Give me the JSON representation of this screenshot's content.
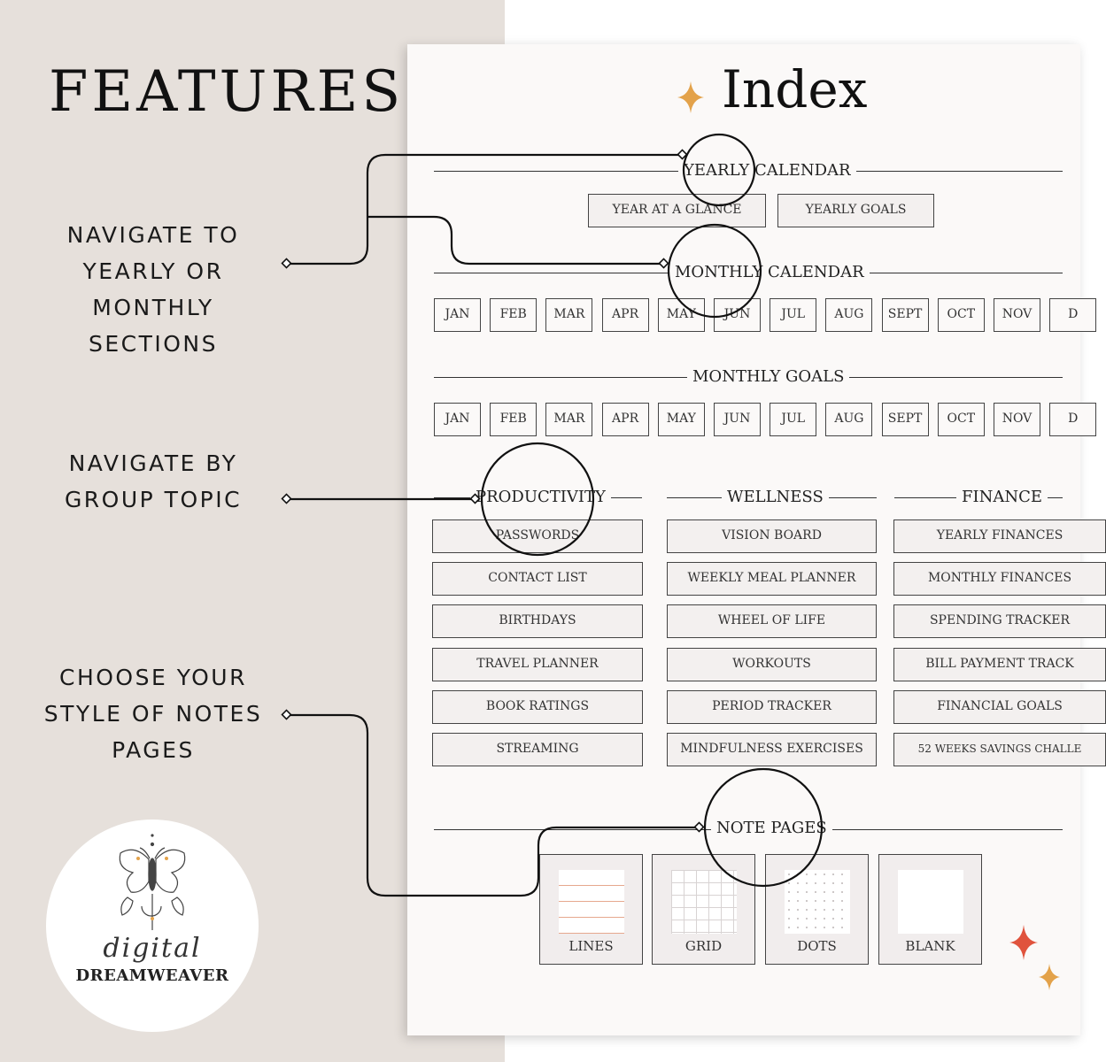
{
  "features_title": "FEATURES",
  "features": [
    {
      "lines": [
        "NAVIGATE TO",
        "YEARLY OR",
        "MONTHLY",
        "SECTIONS"
      ]
    },
    {
      "lines": [
        "NAVIGATE BY",
        "GROUP TOPIC"
      ]
    },
    {
      "lines": [
        "CHOOSE YOUR",
        "STYLE OF NOTES",
        "PAGES"
      ]
    }
  ],
  "logo": {
    "script": "digital",
    "brand": "DREAMWEAVER"
  },
  "index": {
    "title": "Index",
    "yearly": {
      "title": "YEARLY CALENDAR",
      "buttons": [
        "YEAR AT A GLANCE",
        "YEARLY GOALS"
      ]
    },
    "monthly": {
      "title": "MONTHLY CALENDAR"
    },
    "goals": {
      "title": "MONTHLY GOALS"
    },
    "months": [
      "JAN",
      "FEB",
      "MAR",
      "APR",
      "MAY",
      "JUN",
      "JUL",
      "AUG",
      "SEPT",
      "OCT",
      "NOV",
      "D"
    ],
    "groups": [
      {
        "title": "PRODUCTIVITY",
        "items": [
          "PASSWORDS",
          "CONTACT LIST",
          "BIRTHDAYS",
          "TRAVEL PLANNER",
          "BOOK RATINGS",
          "STREAMING"
        ]
      },
      {
        "title": "WELLNESS",
        "items": [
          "VISION BOARD",
          "WEEKLY MEAL PLANNER",
          "WHEEL OF LIFE",
          "WORKOUTS",
          "PERIOD TRACKER",
          "MINDFULNESS EXERCISES"
        ]
      },
      {
        "title": "FINANCE",
        "items": [
          "YEARLY FINANCES",
          "MONTHLY FINANCES",
          "SPENDING TRACKER",
          "BILL PAYMENT TRACK",
          "FINANCIAL GOALS",
          "52 WEEKS SAVINGS CHALLE"
        ]
      }
    ],
    "notes": {
      "title": "NOTE PAGES",
      "pages": [
        "LINES",
        "GRID",
        "DOTS",
        "BLANK"
      ]
    }
  },
  "colors": {
    "left_bg": "#e6e0db",
    "page_bg": "#fbf9f8",
    "accent_orange": "#e3a24a",
    "accent_red": "#e0533d",
    "line_peach": "#e6a88e"
  },
  "icons": [
    "sparkle-icon",
    "moth-logo-icon",
    "lines-page-icon",
    "grid-page-icon",
    "dots-page-icon",
    "blank-page-icon"
  ]
}
